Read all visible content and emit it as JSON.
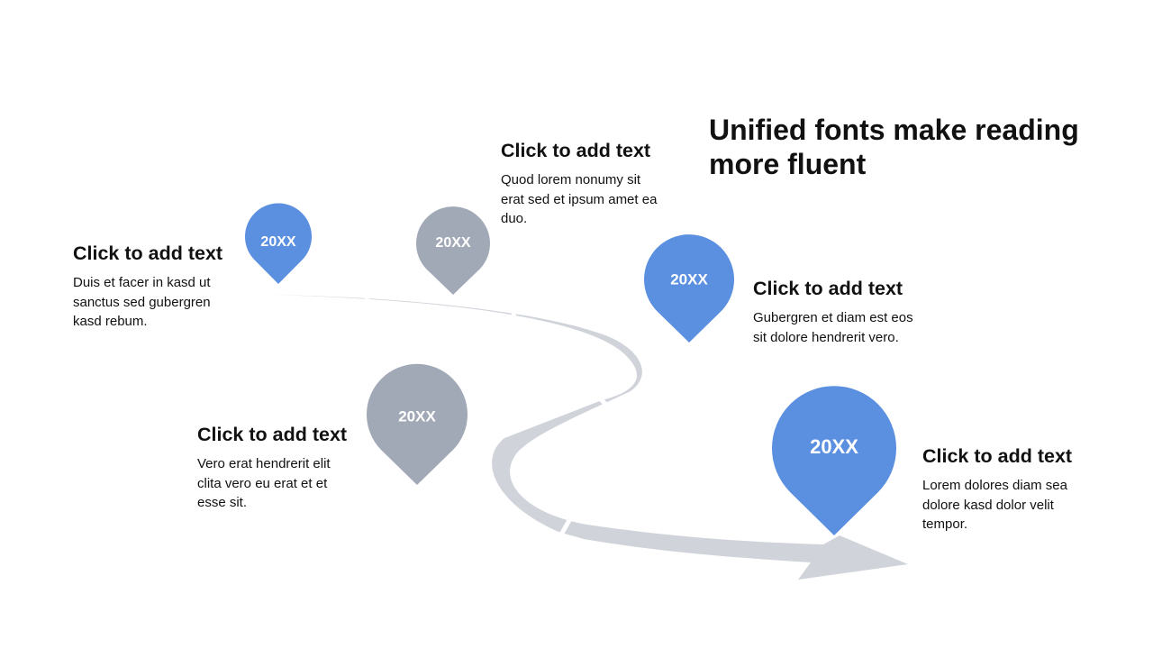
{
  "headline": "Unified fonts make reading more fluent",
  "colors": {
    "blue": "#5B8FE0",
    "gray": "#A2A9B6",
    "road": "#D0D4DA"
  },
  "pins": [
    {
      "label": "20XX",
      "color": "blue"
    },
    {
      "label": "20XX",
      "color": "gray"
    },
    {
      "label": "20XX",
      "color": "blue"
    },
    {
      "label": "20XX",
      "color": "gray"
    },
    {
      "label": "20XX",
      "color": "blue"
    }
  ],
  "blocks": [
    {
      "title": "Click to add text",
      "body": "Duis et facer in kasd ut sanctus sed gubergren kasd rebum."
    },
    {
      "title": "Click to add text",
      "body": "Quod lorem nonumy sit erat sed et ipsum amet ea duo."
    },
    {
      "title": "Click to add text",
      "body": "Gubergren et diam est eos sit dolore hendrerit vero."
    },
    {
      "title": "Click to add text",
      "body": "Vero erat hendrerit elit clita vero eu erat et et esse sit."
    },
    {
      "title": "Click to add text",
      "body": "Lorem dolores diam sea dolore kasd dolor velit tempor."
    }
  ]
}
